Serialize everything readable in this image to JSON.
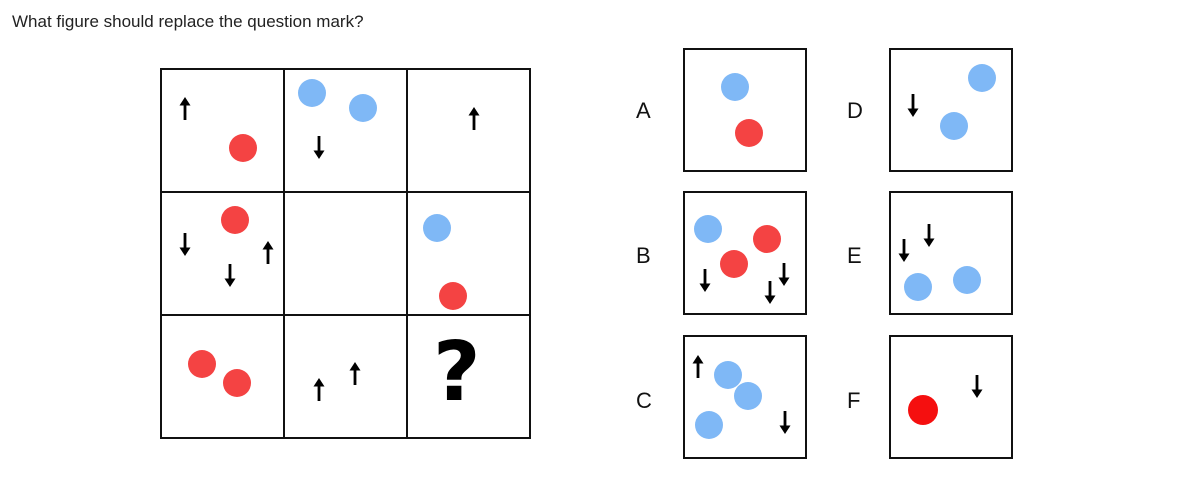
{
  "question": "What figure should replace the question mark?",
  "question_mark": "?",
  "colors": {
    "blue": "#7fb8f6",
    "red": "#f44343",
    "red_bright": "#f50f0f",
    "arrow": "#000000",
    "border": "#111111"
  },
  "grid_cells": [
    {
      "name": "cell-r1-c1",
      "up_arrows": 1,
      "down_arrows": 0,
      "blue_circles": 0,
      "red_circles": 1
    },
    {
      "name": "cell-r1-c2",
      "up_arrows": 0,
      "down_arrows": 1,
      "blue_circles": 2,
      "red_circles": 0
    },
    {
      "name": "cell-r1-c3",
      "up_arrows": 1,
      "down_arrows": 0,
      "blue_circles": 0,
      "red_circles": 0
    },
    {
      "name": "cell-r2-c1",
      "up_arrows": 1,
      "down_arrows": 2,
      "blue_circles": 0,
      "red_circles": 1
    },
    {
      "name": "cell-r2-c2",
      "up_arrows": 0,
      "down_arrows": 0,
      "blue_circles": 0,
      "red_circles": 0
    },
    {
      "name": "cell-r2-c3",
      "up_arrows": 0,
      "down_arrows": 0,
      "blue_circles": 1,
      "red_circles": 1
    },
    {
      "name": "cell-r3-c1",
      "up_arrows": 0,
      "down_arrows": 0,
      "blue_circles": 0,
      "red_circles": 2
    },
    {
      "name": "cell-r3-c2",
      "up_arrows": 2,
      "down_arrows": 0,
      "blue_circles": 0,
      "red_circles": 0
    },
    {
      "name": "cell-r3-c3",
      "up_arrows": 0,
      "down_arrows": 0,
      "blue_circles": 0,
      "red_circles": 0
    }
  ],
  "options": [
    {
      "label": "A",
      "up_arrows": 0,
      "down_arrows": 0,
      "blue_circles": 1,
      "red_circles": 1
    },
    {
      "label": "B",
      "up_arrows": 0,
      "down_arrows": 3,
      "blue_circles": 1,
      "red_circles": 2
    },
    {
      "label": "C",
      "up_arrows": 1,
      "down_arrows": 1,
      "blue_circles": 3,
      "red_circles": 0
    },
    {
      "label": "D",
      "up_arrows": 0,
      "down_arrows": 1,
      "blue_circles": 2,
      "red_circles": 0
    },
    {
      "label": "E",
      "up_arrows": 0,
      "down_arrows": 2,
      "blue_circles": 2,
      "red_circles": 0
    },
    {
      "label": "F",
      "up_arrows": 0,
      "down_arrows": 1,
      "blue_circles": 0,
      "red_circles": 1
    }
  ]
}
